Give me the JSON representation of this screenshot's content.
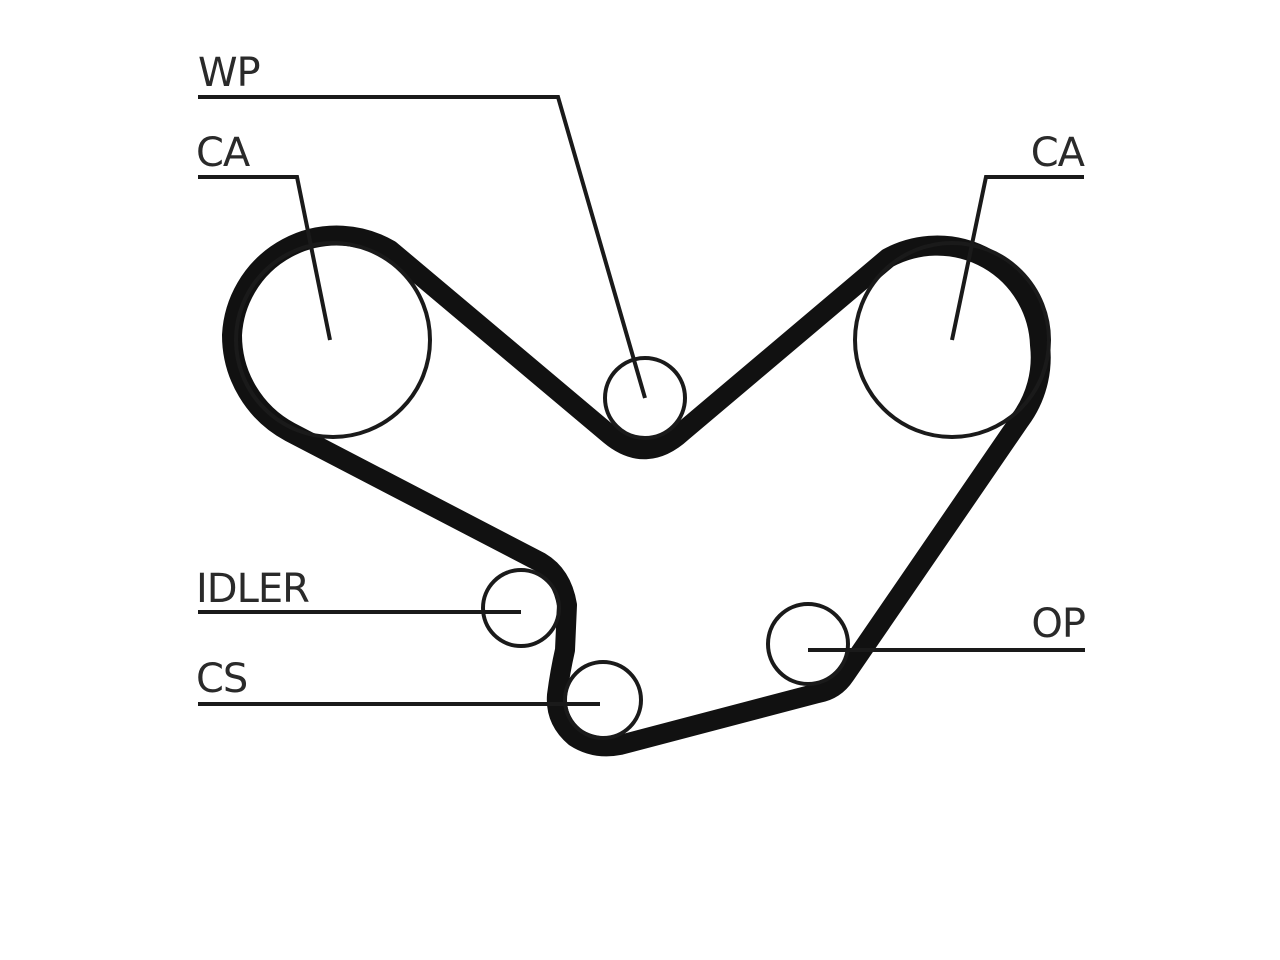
{
  "diagram": {
    "labels": {
      "wp": "WP",
      "ca_left": "CA",
      "ca_right": "CA",
      "idler": "IDLER",
      "cs": "CS",
      "op": "OP"
    },
    "colors": {
      "belt": "#111111",
      "line": "#1a1a1a",
      "text": "#2a2a2a",
      "background": "#ffffff"
    }
  }
}
